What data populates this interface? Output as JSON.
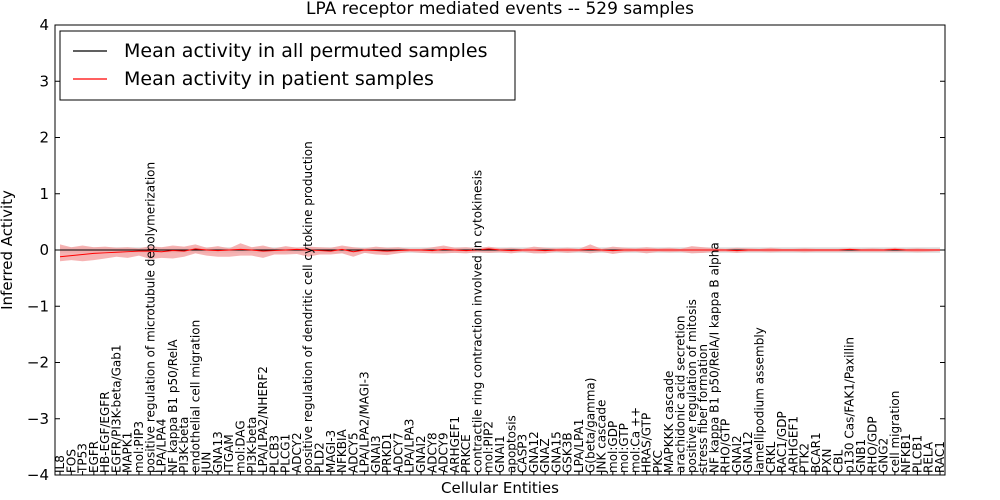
{
  "chart_data": {
    "type": "line",
    "title": "LPA receptor mediated events -- 529 samples",
    "xlabel": "Cellular Entities",
    "ylabel": "Inferred Activity",
    "ylim": [
      -4,
      4
    ],
    "yticks": [
      "−4",
      "−3",
      "−2",
      "−1",
      "0",
      "1",
      "2",
      "3",
      "4"
    ],
    "grid": false,
    "legend_position": "top-left",
    "colors": {
      "permuted": "#000000",
      "patient": "#ff0000",
      "patient_band": "#f4a0a0",
      "permuted_band": "#c8c8c8"
    },
    "series": [
      {
        "name": "Mean activity in all permuted samples",
        "color": "#000000",
        "mean": 0.0,
        "band": 0.05
      },
      {
        "name": "Mean activity in patient samples",
        "color": "#ff0000"
      }
    ],
    "categories": [
      "IL8",
      "FOS",
      "TP53",
      "EGFR",
      "HB-EGF/EGFR",
      "EGFR/PI3K-beta/Gab1",
      "MAPK1",
      "mol:PIP3",
      "positive regulation of microtubule depolymerization",
      "LPA/LPA4",
      "NF kappa B1 p50/RelA",
      "PI3K-beta",
      "endothelial cell migration",
      "JUN",
      "GNA13",
      "ITGAM",
      "mol:DAG",
      "PI3K-beta",
      "LPA/LPA2/NHERF2",
      "PLCB3",
      "PLCG1",
      "ADCY2",
      "positive regulation of dendritic cell cytokine production",
      "PLD2",
      "MAGI-3",
      "NFKBIA",
      "ADCY5",
      "LPA/LPA2/MAGI-3",
      "GNAI3",
      "PRKD1",
      "ADCY7",
      "LPA/LPA3",
      "GNAI2",
      "ADCY8",
      "ADCY9",
      "ARHGEF1",
      "PRKCE",
      "contractile ring contraction involved in cytokinesis",
      "mol:PIP2",
      "GNAI1",
      "apoptosis",
      "CASP3",
      "GNA12",
      "GNAZ",
      "GNA15",
      "GSK3B",
      "LPA/LPA1",
      "G(beta/gamma)",
      "JNK cascade",
      "mol:GDP",
      "mol:GTP",
      "mol:Ca ++",
      "HRAS/GTP",
      "PKC",
      "MAPKKK cascade",
      "arachidonic acid secretion",
      "positive regulation of mitosis",
      "stress fiber formation",
      "NF kappa B1 p50/RelA/I kappa B alpha",
      "RHO/GTP",
      "GNAI2",
      "GNA12",
      "lamellipodium assembly",
      "CRKL",
      "RAC1/GDP",
      "ARHGEF1",
      "PTK2",
      "BCAR1",
      "PXN",
      "CBL",
      "p130 Cas/FAK1/Paxillin",
      "GNB1",
      "RHO/GDP",
      "GNG2",
      "cell migration",
      "NFKB1",
      "PLCB1",
      "RELA",
      "RAC1"
    ],
    "patient_mean": [
      -0.12,
      -0.1,
      -0.08,
      -0.06,
      -0.05,
      -0.04,
      -0.03,
      -0.02,
      -0.02,
      -0.03,
      -0.01,
      -0.02,
      0.02,
      0.0,
      -0.01,
      0.0,
      0.01,
      0.0,
      -0.02,
      -0.01,
      0.0,
      0.01,
      0.0,
      -0.01,
      -0.02,
      0.01,
      -0.03,
      0.0,
      -0.01,
      -0.02,
      -0.01,
      0.0,
      0.0,
      -0.01,
      0.01,
      0.0,
      -0.01,
      0.0,
      0.02,
      0.0,
      -0.01,
      0.0,
      0.0,
      -0.01,
      0.0,
      0.0,
      0.0,
      0.01,
      0.0,
      -0.01,
      0.0,
      0.0,
      0.0,
      0.0,
      0.0,
      0.0,
      0.0,
      0.0,
      0.0,
      0.0,
      -0.01,
      0.0,
      0.0,
      0.0,
      0.0,
      0.0,
      0.0,
      0.0,
      0.0,
      0.0,
      0.01,
      0.0,
      0.0,
      0.0,
      0.01,
      0.0,
      0.0,
      0.0,
      0.0
    ],
    "patient_upper": [
      0.1,
      0.05,
      0.08,
      0.05,
      0.06,
      0.04,
      0.05,
      0.03,
      0.07,
      0.05,
      0.08,
      0.06,
      0.1,
      0.04,
      0.07,
      0.03,
      0.12,
      0.05,
      0.08,
      0.03,
      0.07,
      0.04,
      0.06,
      0.05,
      0.04,
      0.08,
      0.05,
      0.03,
      0.06,
      0.04,
      0.05,
      0.02,
      0.02,
      0.05,
      0.08,
      0.04,
      0.05,
      0.03,
      0.06,
      0.03,
      0.04,
      0.02,
      0.06,
      0.04,
      0.03,
      0.04,
      0.02,
      0.1,
      0.02,
      0.06,
      0.04,
      0.03,
      0.05,
      0.03,
      0.04,
      0.02,
      0.07,
      0.05,
      0.03,
      0.02,
      0.04,
      0.03,
      0.02,
      0.04,
      0.02,
      0.02,
      0.03,
      0.02,
      0.02,
      0.02,
      0.03,
      0.02,
      0.03,
      0.02,
      0.04,
      0.02,
      0.03,
      0.02,
      0.02
    ],
    "patient_lower": [
      -0.2,
      -0.18,
      -0.2,
      -0.18,
      -0.15,
      -0.12,
      -0.14,
      -0.1,
      -0.16,
      -0.14,
      -0.15,
      -0.12,
      -0.06,
      -0.1,
      -0.12,
      -0.12,
      -0.1,
      -0.1,
      -0.14,
      -0.08,
      -0.08,
      -0.07,
      -0.12,
      -0.08,
      -0.08,
      -0.06,
      -0.12,
      -0.05,
      -0.08,
      -0.09,
      -0.06,
      -0.03,
      -0.05,
      -0.06,
      -0.06,
      -0.05,
      -0.06,
      -0.04,
      -0.05,
      -0.04,
      -0.06,
      -0.03,
      -0.06,
      -0.06,
      -0.03,
      -0.05,
      -0.03,
      -0.06,
      -0.03,
      -0.07,
      -0.04,
      -0.03,
      -0.06,
      -0.03,
      -0.04,
      -0.03,
      -0.06,
      -0.05,
      -0.03,
      -0.03,
      -0.05,
      -0.03,
      -0.03,
      -0.04,
      -0.03,
      -0.03,
      -0.04,
      -0.03,
      -0.03,
      -0.03,
      -0.03,
      -0.03,
      -0.03,
      -0.03,
      -0.03,
      -0.03,
      -0.04,
      -0.03,
      -0.02
    ]
  }
}
